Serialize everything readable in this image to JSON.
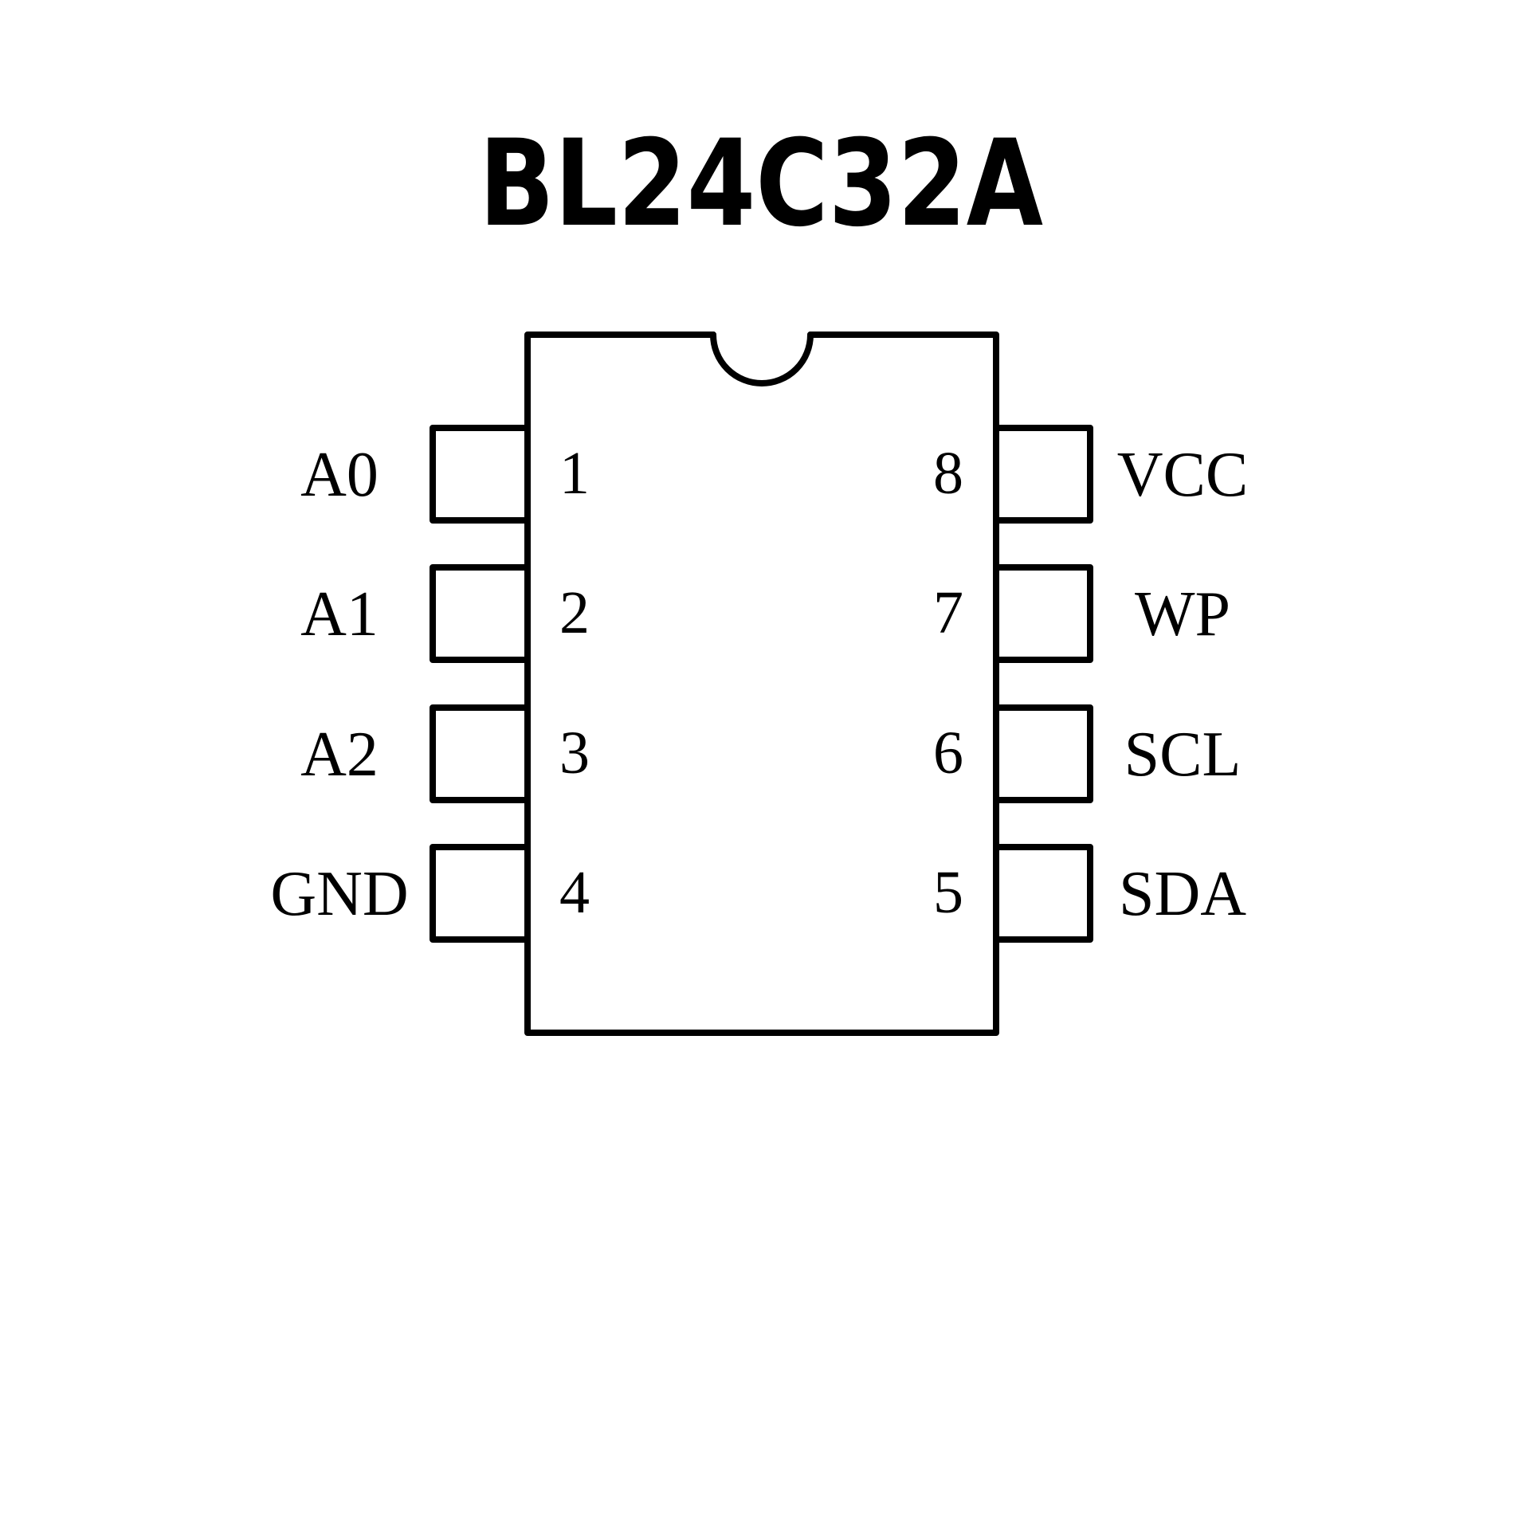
{
  "title": "BL24C32A",
  "pins": [
    {
      "number": "1",
      "name": "A0",
      "side": "left"
    },
    {
      "number": "2",
      "name": "A1",
      "side": "left"
    },
    {
      "number": "3",
      "name": "A2",
      "side": "left"
    },
    {
      "number": "4",
      "name": "GND",
      "side": "left"
    },
    {
      "number": "8",
      "name": "VCC",
      "side": "right"
    },
    {
      "number": "7",
      "name": "WP",
      "side": "right"
    },
    {
      "number": "6",
      "name": "SCL",
      "side": "right"
    },
    {
      "number": "5",
      "name": "SDA",
      "side": "right"
    }
  ]
}
